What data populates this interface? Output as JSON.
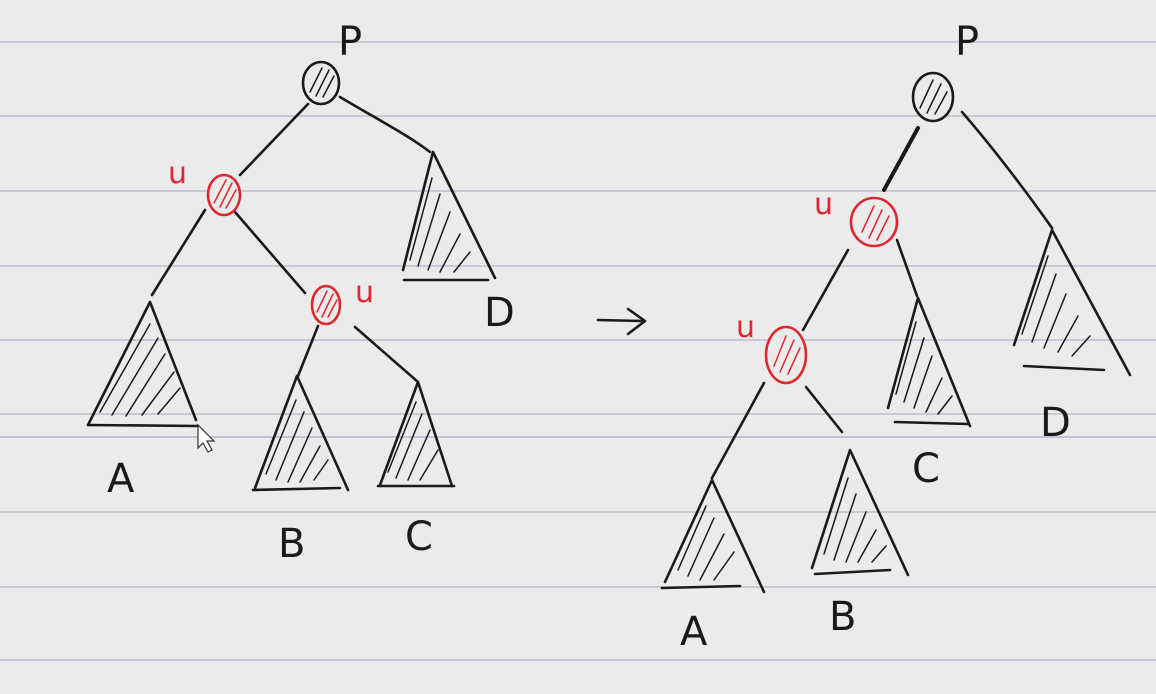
{
  "colors": {
    "background": "#ecebec",
    "ink": "#1a1a1a",
    "red_ink": "#e0262e",
    "ruled_line": "#b9bfcc"
  },
  "left_tree": {
    "root_label": "P",
    "node_u_upper": "u",
    "node_u_lower": "u",
    "subtree_a": "A",
    "subtree_b": "B",
    "subtree_c": "C",
    "subtree_d": "D"
  },
  "arrow": "->",
  "right_tree": {
    "root_label": "P",
    "node_u_upper": "u",
    "node_u_lower": "u",
    "subtree_a": "A",
    "subtree_b": "B",
    "subtree_c": "C",
    "subtree_d": "D"
  }
}
